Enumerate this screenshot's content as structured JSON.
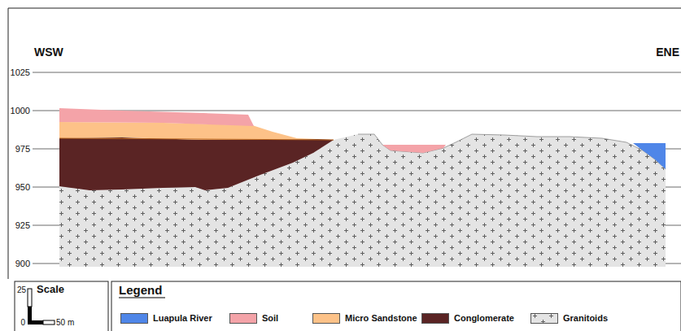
{
  "diagram": {
    "labels": [
      "WSW",
      "ENE",
      "1025",
      "1000",
      "975",
      "950",
      "925",
      "900",
      "Scale",
      "25",
      "0",
      "50 m",
      "Legend"
    ],
    "legend": [
      {
        "text": "Luapula River",
        "color": "#4f86e8"
      },
      {
        "text": "Soil",
        "color": "#f4a3a8"
      },
      {
        "text": "Micro Sandstone",
        "color": "#fdc288"
      },
      {
        "text": "Conglomerate",
        "color": "#5a2424"
      },
      {
        "text": "Granitoids"
      }
    ]
  }
}
